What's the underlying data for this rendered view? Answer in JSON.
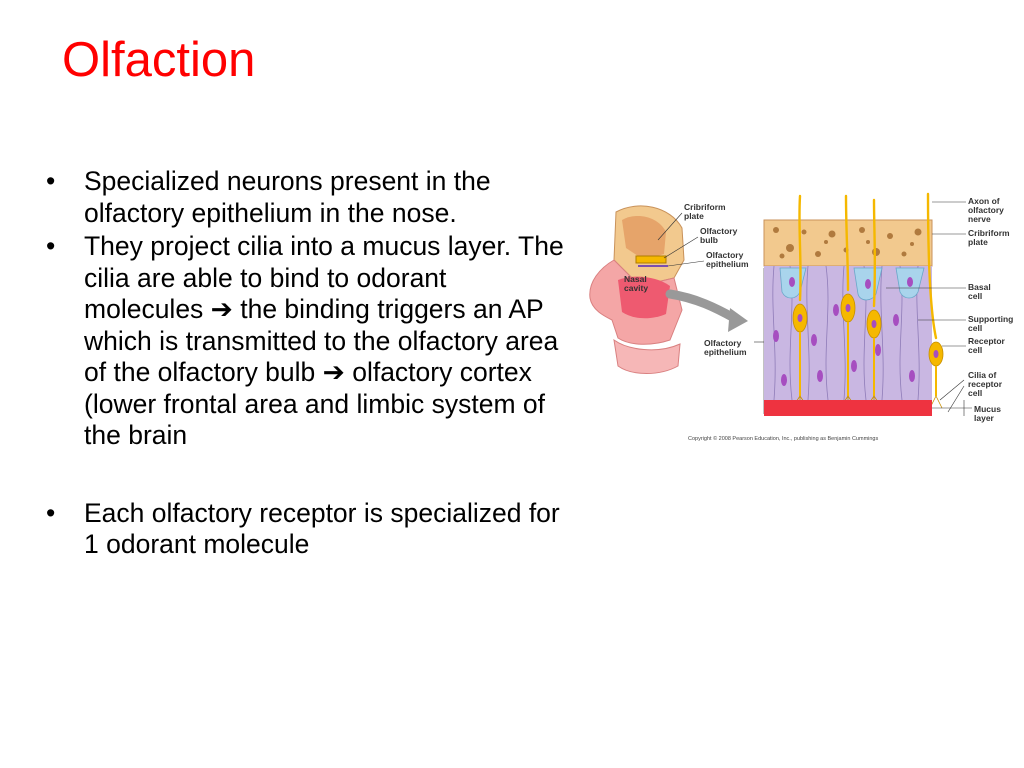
{
  "slide": {
    "title": "Olfaction",
    "bullet_char": "•",
    "bullets": [
      {
        "text": "Specialized neurons present in the olfactory epithelium in the nose."
      },
      {
        "text": "They project cilia into a mucus layer.  The cilia are able to bind to odorant molecules ➔ the binding triggers an AP which is transmitted to the olfactory area of the olfactory bulb ➔ olfactory cortex (lower frontal area and limbic system of the brain"
      },
      {
        "text": "Each olfactory receptor is specialized for 1 odorant molecule"
      }
    ]
  },
  "figure": {
    "labels": {
      "cribriform_plate_left": [
        "Cribriform",
        "plate"
      ],
      "olfactory_bulb": [
        "Olfactory",
        "bulb"
      ],
      "olfactory_epithelium_top": [
        "Olfactory",
        "epithelium"
      ],
      "nasal_cavity": [
        "Nasal",
        "cavity"
      ],
      "olfactory_epithelium_side": [
        "Olfactory",
        "epithelium"
      ],
      "axon_of_olfactory_nerve": [
        "Axon of",
        "olfactory",
        "nerve"
      ],
      "cribriform_plate_right": [
        "Cribriform",
        "plate"
      ],
      "basal_cell": [
        "Basal",
        "cell"
      ],
      "supporting_cell": [
        "Supporting",
        "cell"
      ],
      "receptor_cell": [
        "Receptor",
        "cell"
      ],
      "cilia_of_receptor_cell": [
        "Cilia of",
        "receptor",
        "cell"
      ],
      "mucus_layer": [
        "Mucus",
        "layer"
      ]
    },
    "copyright": "Copyright © 2008 Pearson Education, Inc., publishing as Benjamin Cummings"
  },
  "colors": {
    "title": "#ff0000",
    "text": "#000000",
    "bone": "#f2c98e",
    "tissue": "#c9b7e2",
    "neuron": "#f5b800",
    "mucus": "#ee3340",
    "basal": "#a9d4ec",
    "nucleus": "#a64ec0"
  }
}
